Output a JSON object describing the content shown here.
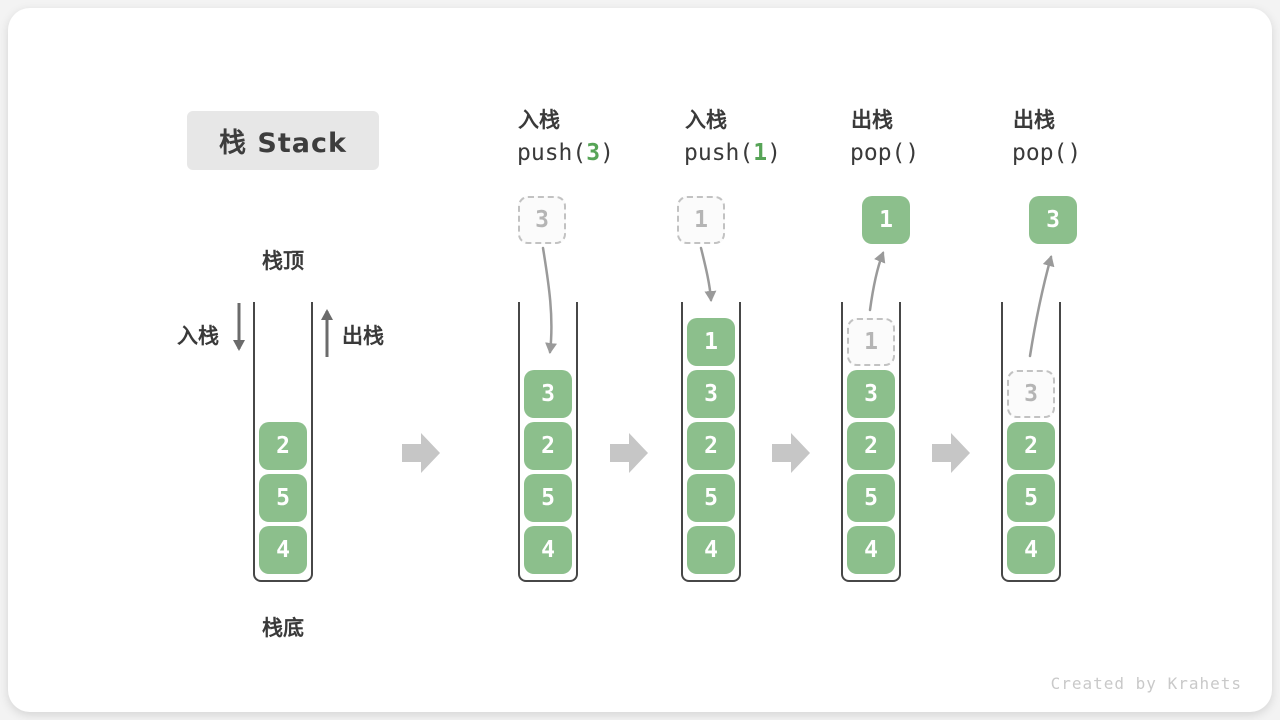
{
  "title": "栈 Stack",
  "labels": {
    "stack_top": "栈顶",
    "stack_bottom": "栈底",
    "push_side": "入栈",
    "pop_side": "出栈"
  },
  "operations": [
    {
      "name": "入栈",
      "code_before": "push(",
      "arg": "3",
      "code_after": ")"
    },
    {
      "name": "入栈",
      "code_before": "push(",
      "arg": "1",
      "code_after": ")"
    },
    {
      "name": "出栈",
      "code_before": "pop(",
      "arg": "",
      "code_after": ")"
    },
    {
      "name": "出栈",
      "code_before": "pop(",
      "arg": "",
      "code_after": ")"
    }
  ],
  "floating": [
    {
      "value": "3",
      "style": "dashed"
    },
    {
      "value": "1",
      "style": "dashed"
    },
    {
      "value": "1",
      "style": "solid"
    },
    {
      "value": "3",
      "style": "solid"
    }
  ],
  "stacks": [
    {
      "ghost": null,
      "blocks": [
        "2",
        "5",
        "4"
      ]
    },
    {
      "ghost": null,
      "blocks": [
        "3",
        "2",
        "5",
        "4"
      ]
    },
    {
      "ghost": null,
      "blocks": [
        "1",
        "3",
        "2",
        "5",
        "4"
      ]
    },
    {
      "ghost": "1",
      "blocks": [
        "3",
        "2",
        "5",
        "4"
      ]
    },
    {
      "ghost": "3",
      "blocks": [
        "2",
        "5",
        "4"
      ]
    }
  ],
  "watermark": "Created by Krahets",
  "colors": {
    "block_green": "#8cbf8c",
    "arg_green": "#57a457",
    "curve_arrow_gray": "#9a9a9a",
    "straight_arrow_gray": "#6b6b6b",
    "block_arrow_gray": "#c6c6c6",
    "text_dark": "#3a3a3a",
    "ghost_gray": "#b5b5b5",
    "title_bg": "#e7e7e7"
  }
}
